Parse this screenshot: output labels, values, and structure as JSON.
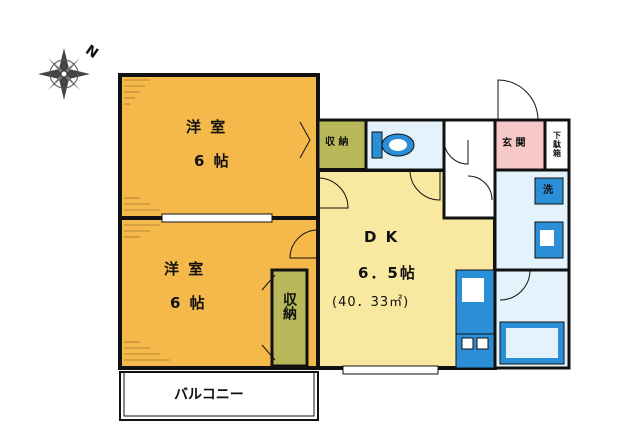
{
  "compass": {
    "north": "N"
  },
  "rooms": {
    "western_room_1": {
      "name": "洋 室",
      "size": "6 帖"
    },
    "western_room_2": {
      "name": "洋 室",
      "size": "6 帖"
    },
    "dining_kitchen": {
      "name": "D K",
      "size": "6．5帖",
      "area": "(40．33㎡)"
    },
    "storage_top": {
      "name": "収 納"
    },
    "storage_side": {
      "name": "収納"
    },
    "entrance": {
      "name": "玄 関"
    },
    "shoe_box": {
      "name": "下駄箱"
    },
    "washer": {
      "name": "洗"
    },
    "balcony": {
      "name": "バルコニー"
    }
  },
  "colors": {
    "western_room": "#f5b84a",
    "dining_kitchen": "#f9e9a0",
    "storage": "#b8b85a",
    "entrance": "#f6c8c8",
    "wet_area": "#e4f3fb",
    "fixture_blue": "#2a8fd6"
  },
  "icons": [
    "compass-rose-icon",
    "toilet-icon",
    "kitchen-sink-icon",
    "stove-icon",
    "washbasin-icon",
    "bathtub-icon",
    "washer-icon"
  ]
}
